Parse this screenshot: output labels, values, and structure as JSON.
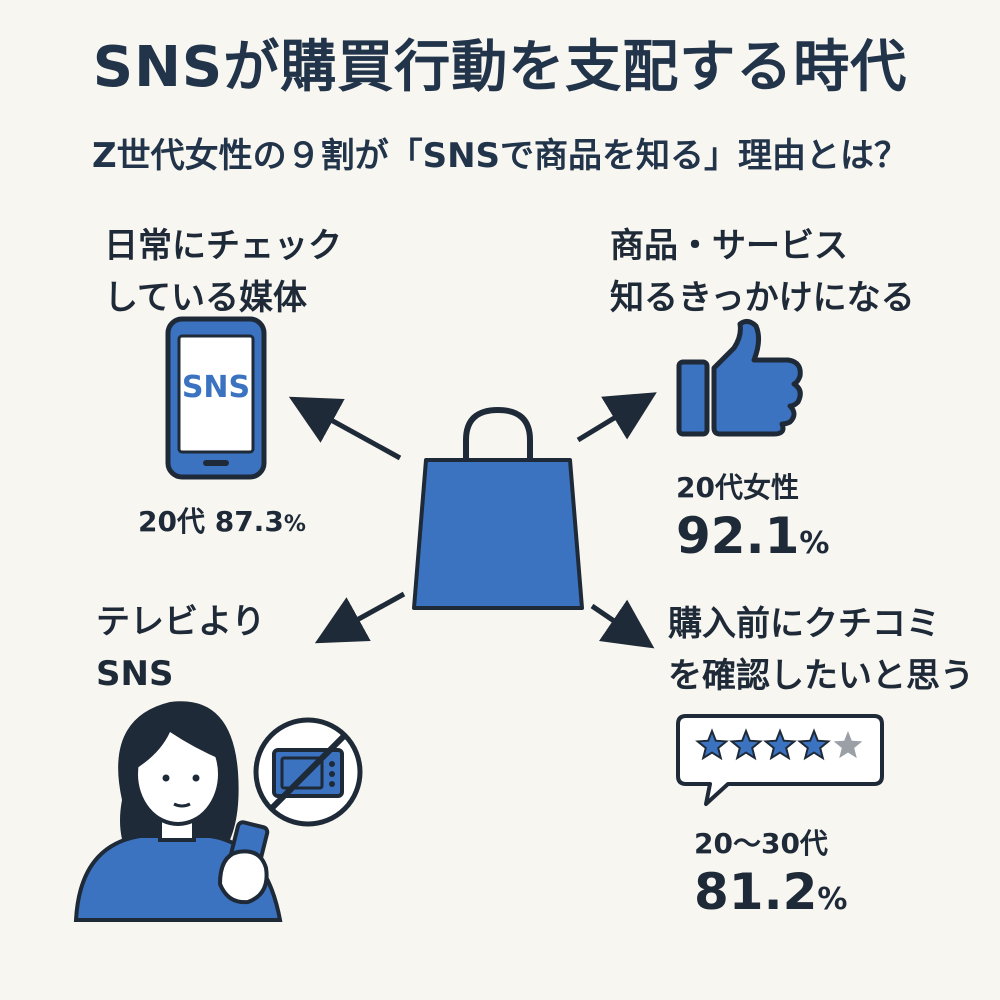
{
  "title": "SNSが購買行動を支配する時代",
  "subtitle": "Z世代女性の９割が「SNSで商品を知る」理由とは？",
  "sections": {
    "top_left": {
      "label_line1": "日常にチェック",
      "label_line2": "している媒体",
      "phone_screen_text": "SNS",
      "stat_value": "20代 87.3",
      "stat_unit": "%",
      "icon": "smartphone-icon"
    },
    "top_right": {
      "label_line1": "商品・サービス",
      "label_line2": "知るきっかけになる",
      "stat_label": "20代女性",
      "stat_value": "92.1",
      "stat_unit": "%",
      "icon": "thumbs-up-icon"
    },
    "bottom_left": {
      "label_line1": "テレビより",
      "label_line2": "SNS",
      "icon": "no-tv-icon"
    },
    "bottom_right": {
      "label_line1": "購入前にクチコミ",
      "label_line2": "を確認したいと思う",
      "stat_label": "20～30代",
      "stat_value": "81.2",
      "stat_unit": "%",
      "rating": 4,
      "rating_max": 5,
      "icon": "review-bubble-icon"
    }
  },
  "colors": {
    "accent": "#3b73c1",
    "dark": "#1f2a38",
    "background": "#f8f6f1",
    "star_empty": "#9aa0a6"
  }
}
